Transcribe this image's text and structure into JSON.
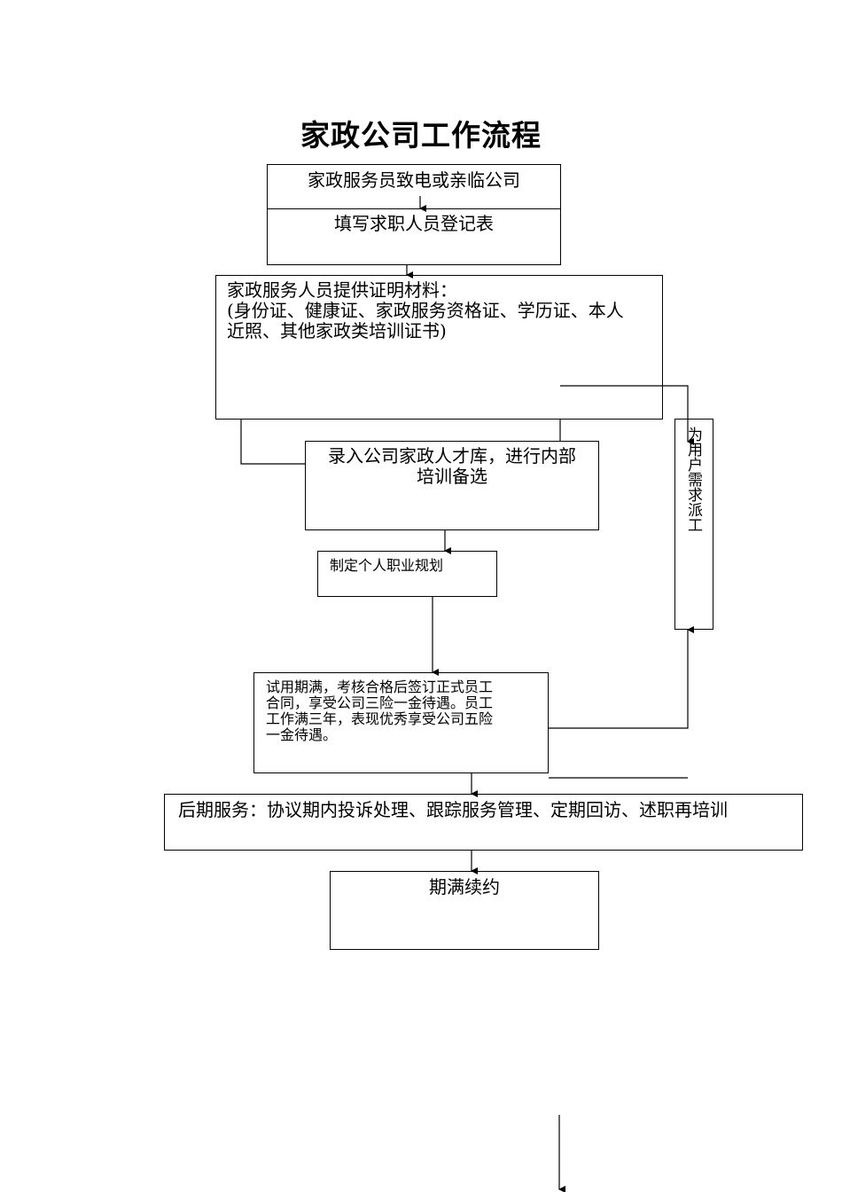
{
  "title": "家政公司工作流程",
  "nodes": {
    "step1": "家政服务员致电或亲临公司",
    "step2": "填写求职人员登记表",
    "step3_line1": "家政服务人员提供证明材料：",
    "step3_line2": "(身份证、健康证、家政服务资格证、学历证、本人",
    "step3_line3": "近照、其他家政类培训证书)",
    "step4_line1": "录入公司家政人才库，进行内部",
    "step4_line2": "培训备选",
    "step5": "制定个人职业规划",
    "step6_line1": "试用期满，考核合格后签订正式员工",
    "step6_line2": "合同，享受公司三险一金待遇。员工",
    "step6_line3": "工作满三年，表现优秀享受公司五险",
    "step6_line4": "一金待遇。",
    "step7": "后期服务：协议期内投诉处理、跟踪服务管理、定期回访、述职再培训",
    "step8": "期满续约",
    "dispatch": "为用户需求派工"
  }
}
